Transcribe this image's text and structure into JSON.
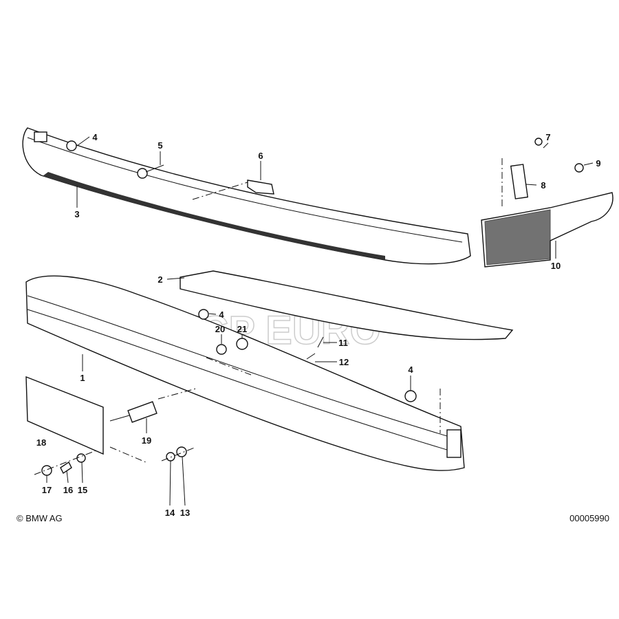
{
  "diagram": {
    "callouts": [
      "4",
      "5",
      "6",
      "3",
      "7",
      "9",
      "8",
      "10",
      "2",
      "4",
      "20",
      "21",
      "11",
      "12",
      "1",
      "4",
      "18",
      "19",
      "17",
      "16",
      "15",
      "14",
      "13"
    ],
    "copyright": "© BMW AG",
    "image_number": "00005990",
    "watermark": "FCP EURO"
  }
}
